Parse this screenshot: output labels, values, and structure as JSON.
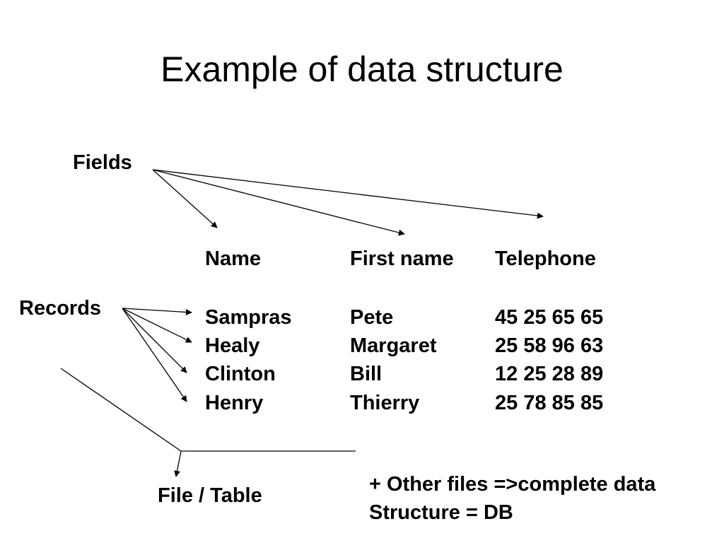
{
  "slide": {
    "title": "Example of data structure"
  },
  "labels": {
    "fields": "Fields",
    "records": "Records",
    "file_table": "File / Table"
  },
  "table": {
    "headers": [
      "Name",
      "First name",
      "Telephone"
    ],
    "rows": [
      [
        "Sampras",
        "Pete",
        "45 25 65 65"
      ],
      [
        "Healy",
        "Margaret",
        "25 58 96 63"
      ],
      [
        "Clinton",
        "Bill",
        "12 25 28 89"
      ],
      [
        "Henry",
        "Thierry",
        "25 78 85 85"
      ]
    ]
  },
  "note": {
    "line1": "+ Other files =>complete data",
    "line2": "Structure = DB"
  }
}
